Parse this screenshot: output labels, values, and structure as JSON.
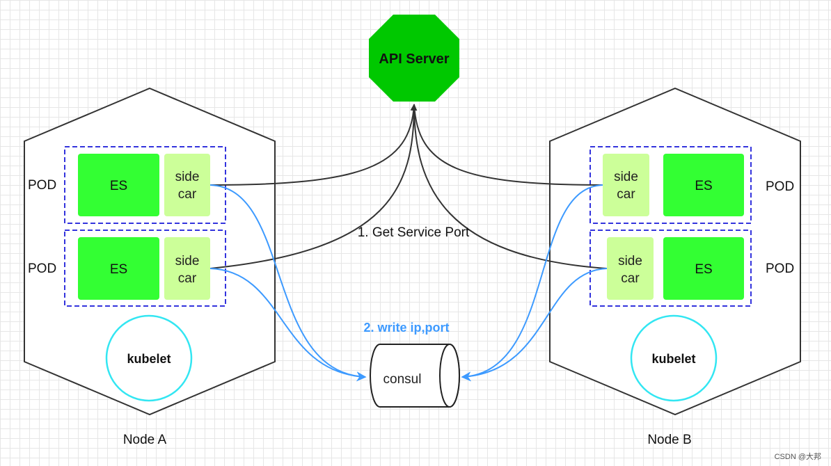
{
  "api_server": {
    "label": "API Server",
    "color": "#00c800"
  },
  "nodes": [
    {
      "label": "Node A",
      "pods": [
        {
          "pod_label": "POD",
          "es_label": "ES",
          "sidecar_line1": "side",
          "sidecar_line2": "car"
        },
        {
          "pod_label": "POD",
          "es_label": "ES",
          "sidecar_line1": "side",
          "sidecar_line2": "car"
        }
      ],
      "kubelet_label": "kubelet"
    },
    {
      "label": "Node B",
      "pods": [
        {
          "pod_label": "POD",
          "es_label": "ES",
          "sidecar_line1": "side",
          "sidecar_line2": "car"
        },
        {
          "pod_label": "POD",
          "es_label": "ES",
          "sidecar_line1": "side",
          "sidecar_line2": "car"
        }
      ],
      "kubelet_label": "kubelet"
    }
  ],
  "consul": {
    "label": "consul"
  },
  "edges": {
    "get_service_port": "1. Get Service Port",
    "write_ip_port": "2. write ip,port"
  },
  "watermark": "CSDN @大邦",
  "colors": {
    "es": "#33ff33",
    "sidecar": "#ccff99",
    "pod_border": "#3333dd",
    "kubelet_border": "#33e6f2",
    "arrow_black": "#333333",
    "arrow_blue": "#3d9aff"
  }
}
